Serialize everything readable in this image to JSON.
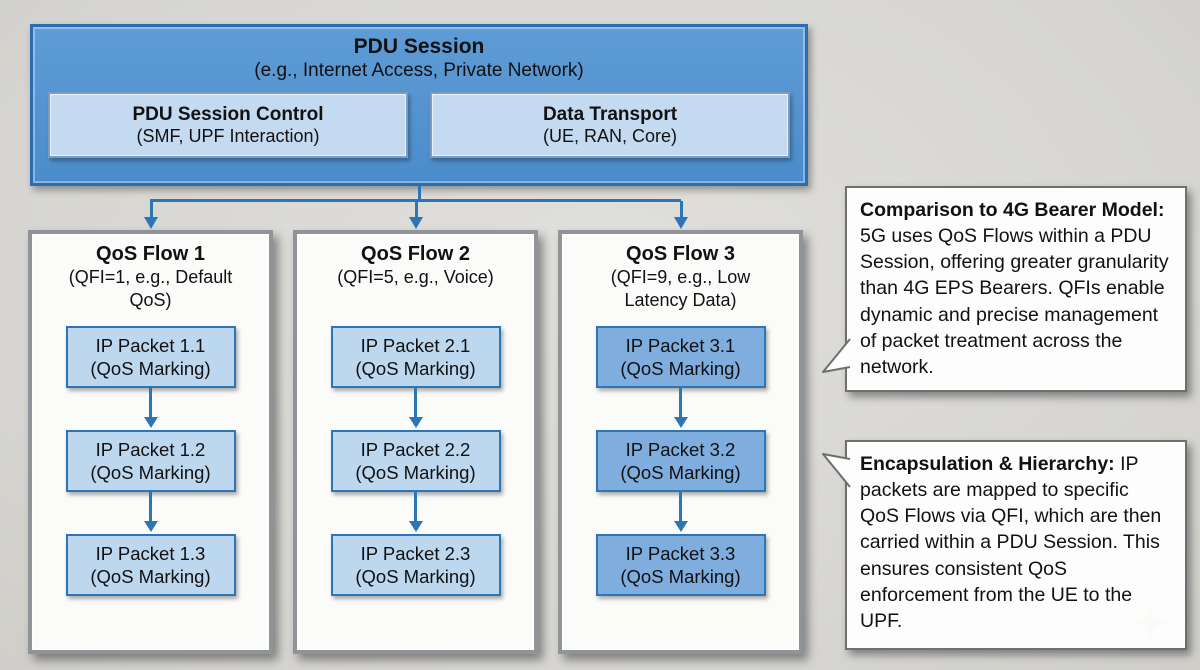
{
  "pdu_session": {
    "title": "PDU Session",
    "subtitle": "(e.g., Internet Access, Private Network)",
    "children": [
      {
        "title": "PDU Session Control",
        "subtitle": "(SMF, UPF Interaction)"
      },
      {
        "title": "Data Transport",
        "subtitle": "(UE, RAN, Core)"
      }
    ]
  },
  "qos_flows": [
    {
      "title": "QoS Flow 1",
      "subtitle": "(QFI=1, e.g., Default QoS)",
      "packets": [
        {
          "line1": "IP Packet 1.1",
          "line2": "(QoS Marking)"
        },
        {
          "line1": "IP Packet 1.2",
          "line2": "(QoS Marking)"
        },
        {
          "line1": "IP Packet 1.3",
          "line2": "(QoS Marking)"
        }
      ]
    },
    {
      "title": "QoS Flow 2",
      "subtitle": "(QFI=5, e.g., Voice)",
      "packets": [
        {
          "line1": "IP Packet 2.1",
          "line2": "(QoS Marking)"
        },
        {
          "line1": "IP Packet 2.2",
          "line2": "(QoS Marking)"
        },
        {
          "line1": "IP Packet 2.3",
          "line2": "(QoS Marking)"
        }
      ]
    },
    {
      "title": "QoS Flow 3",
      "subtitle": "(QFI=9, e.g., Low Latency Data)",
      "packets": [
        {
          "line1": "IP Packet 3.1",
          "line2": "(QoS Marking)"
        },
        {
          "line1": "IP Packet 3.2",
          "line2": "(QoS Marking)"
        },
        {
          "line1": "IP Packet 3.3",
          "line2": "(QoS Marking)"
        }
      ]
    }
  ],
  "callouts": [
    {
      "heading": "Comparison to 4G Bearer Model:",
      "body": "5G uses QoS Flows within a PDU Session, offering greater granularity than 4G EPS Bearers. QFIs enable dynamic and precise management of packet treatment across the network."
    },
    {
      "heading": "Encapsulation & Hierarchy:",
      "body": "IP packets are mapped to specific QoS Flows via QFI, which are then carried within a PDU Session. This ensures consistent QoS enforcement from the UE to the UPF."
    }
  ],
  "colors": {
    "arrow_blue": "#2e75b6",
    "pdu_fill": "#4f92d1",
    "pdu_border": "#2a6db5",
    "light_blue_fill": "#bdd7ee",
    "dark_packet_fill": "#7fadde",
    "box_border_gray": "#8f9499",
    "background": "#d8d7d3"
  }
}
